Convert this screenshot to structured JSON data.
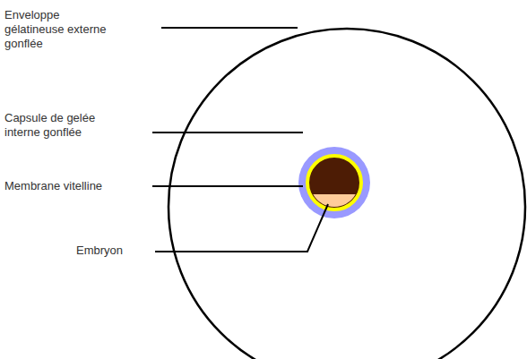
{
  "diagram": {
    "labels": [
      "Enveloppe gélatineuse externe gonflée",
      "Capsule de gelée interne gonflée",
      "Membrane vitelline",
      "Embryon"
    ]
  }
}
